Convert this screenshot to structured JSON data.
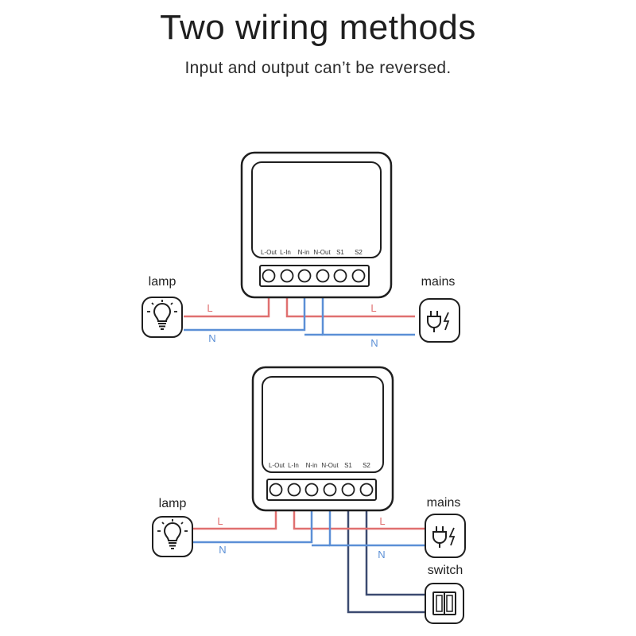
{
  "title": "Two wiring methods",
  "subtitle": "Input and output can’t be reversed.",
  "colors": {
    "live_wire": "#e07070",
    "neutral_wire": "#5b8fd6",
    "switch_wire": "#3b4a70",
    "outline": "#1f1f1f"
  },
  "diagram_top": {
    "terminals": [
      "L-Out",
      "L-In",
      "N-in",
      "N-Out",
      "S1",
      "S2"
    ],
    "lamp_label": "lamp",
    "mains_label": "mains",
    "wire_labels": {
      "left_live": "L",
      "left_neutral": "N",
      "right_live": "L",
      "right_neutral": "N"
    },
    "icons": {
      "lamp": "bulb-icon",
      "mains": "plug-icon"
    }
  },
  "diagram_bottom": {
    "terminals": [
      "L-Out",
      "L-In",
      "N-in",
      "N-Out",
      "S1",
      "S2"
    ],
    "lamp_label": "lamp",
    "mains_label": "mains",
    "switch_label": "switch",
    "wire_labels": {
      "left_live": "L",
      "left_neutral": "N",
      "right_live": "L",
      "right_neutral": "N"
    },
    "icons": {
      "lamp": "bulb-icon",
      "mains": "plug-icon",
      "switch": "wall-switch-icon"
    }
  }
}
